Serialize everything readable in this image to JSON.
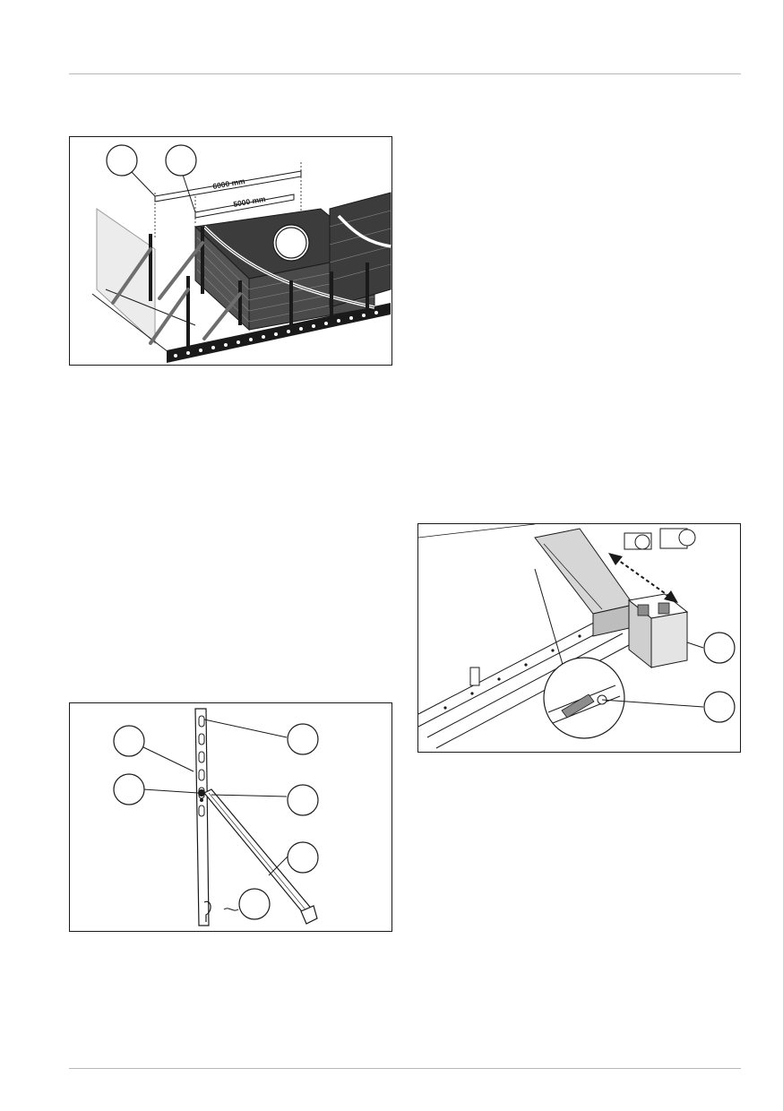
{
  "figures": [
    {
      "id": "fig-formwork-panels",
      "dimension_outer": "6000 mm",
      "dimension_inner": "5000 mm",
      "callouts": [
        "",
        "",
        ""
      ]
    },
    {
      "id": "fig-transport-beam",
      "callouts": [
        "",
        ""
      ]
    },
    {
      "id": "fig-push-pull-prop",
      "callouts": [
        "",
        "",
        "",
        "",
        "",
        ""
      ]
    }
  ],
  "colors": {
    "line": "#1a1a1a",
    "panel_fill": "#3c3c3c",
    "prop_fill": "#6e6e6e",
    "ghost_fill": "#ececec",
    "rule": "#b8b8b8"
  }
}
